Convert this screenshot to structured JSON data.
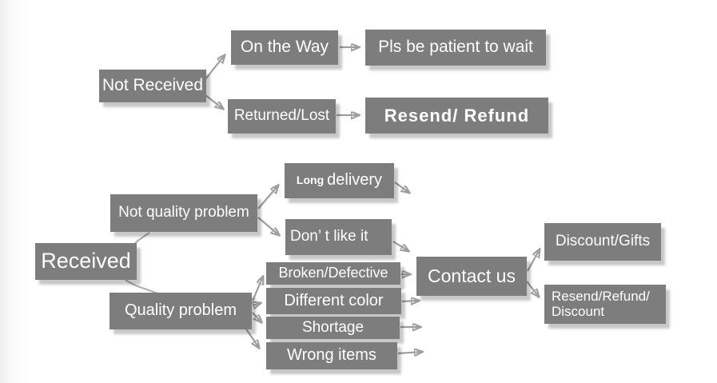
{
  "diagram": {
    "type": "flowchart",
    "colors": {
      "box_fill": "#7d7d7d",
      "box_text": "#ffffff",
      "arrow": "#9e9e9e",
      "background": "#ffffff"
    },
    "nodes": {
      "not_received": {
        "label": "Not Received"
      },
      "on_the_way": {
        "label": "On the Way"
      },
      "pls_be_patient": {
        "label": "Pls be patient to wait"
      },
      "returned_lost": {
        "label": "Returned/Lost"
      },
      "resend_refund": {
        "label": "Resend/ Refund"
      },
      "received": {
        "label": "Received"
      },
      "not_quality_problem": {
        "label": "Not quality problem"
      },
      "long_delivery": {
        "word1": "Long",
        "word2": "delivery"
      },
      "dont_like_it": {
        "label": "Don’ t like it"
      },
      "quality_problem": {
        "label": "Quality problem"
      },
      "broken_defective": {
        "label": "Broken/Defective"
      },
      "different_color": {
        "label": "Different color"
      },
      "shortage": {
        "label": "Shortage"
      },
      "wrong_items": {
        "label": "Wrong items"
      },
      "contact_us": {
        "label": "Contact us"
      },
      "discount_gifts": {
        "label": "Discount/Gifts"
      },
      "resend_refund_discount": {
        "line1": "Resend/Refund/",
        "line2": "Discount"
      }
    },
    "edges": [
      {
        "from": "not_received",
        "to": "on_the_way"
      },
      {
        "from": "not_received",
        "to": "returned_lost"
      },
      {
        "from": "on_the_way",
        "to": "pls_be_patient"
      },
      {
        "from": "returned_lost",
        "to": "resend_refund"
      },
      {
        "from": "received",
        "to": "not_quality_problem"
      },
      {
        "from": "received",
        "to": "quality_problem"
      },
      {
        "from": "not_quality_problem",
        "to": "long_delivery"
      },
      {
        "from": "not_quality_problem",
        "to": "dont_like_it"
      },
      {
        "from": "long_delivery",
        "to": "contact_us"
      },
      {
        "from": "dont_like_it",
        "to": "contact_us"
      },
      {
        "from": "quality_problem",
        "to": "broken_defective"
      },
      {
        "from": "quality_problem",
        "to": "different_color"
      },
      {
        "from": "quality_problem",
        "to": "shortage"
      },
      {
        "from": "quality_problem",
        "to": "wrong_items"
      },
      {
        "from": "broken_defective",
        "to": "contact_us"
      },
      {
        "from": "different_color",
        "to": "contact_us"
      },
      {
        "from": "shortage",
        "to": "contact_us"
      },
      {
        "from": "wrong_items",
        "to": "contact_us"
      },
      {
        "from": "contact_us",
        "to": "discount_gifts"
      },
      {
        "from": "contact_us",
        "to": "resend_refund_discount"
      }
    ]
  }
}
